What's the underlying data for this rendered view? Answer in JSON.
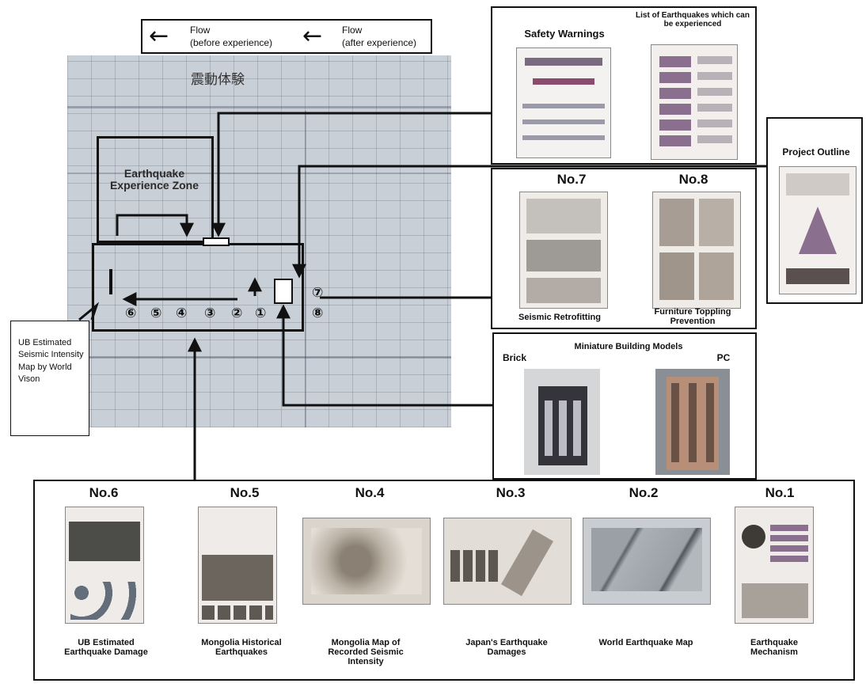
{
  "flow": {
    "before_label": "Flow\n(before experience)",
    "after_label": "Flow\n(after experience)",
    "arrow_glyph": "←"
  },
  "floor_plan": {
    "handwritten_label": "震動体験",
    "zone_label": "Earthquake Experience Zone",
    "station_numbers": [
      "⑥",
      "⑤",
      "④",
      "③",
      "②",
      "①"
    ],
    "side_numbers": [
      "⑦",
      "⑧"
    ]
  },
  "side_note": "UB Estimated Seismic Intensity Map by World Vison",
  "top_panel": {
    "safety_title": "Safety Warnings",
    "list_title": "List of Earthquakes which can be experienced"
  },
  "project_outline": "Project Outline",
  "posters_mid": [
    {
      "number": "No.7",
      "caption": "Seismic Retrofitting"
    },
    {
      "number": "No.8",
      "caption": "Furniture Toppling Prevention"
    }
  ],
  "models": {
    "title": "Miniature Building Models",
    "left": "Brick",
    "right": "PC"
  },
  "posters_bottom": [
    {
      "number": "No.6",
      "caption": "UB Estimated Earthquake Damage"
    },
    {
      "number": "No.5",
      "caption": "Mongolia Historical Earthquakes"
    },
    {
      "number": "No.4",
      "caption": "Mongolia Map of Recorded Seismic Intensity"
    },
    {
      "number": "No.3",
      "caption": "Japan's Earthquake Damages"
    },
    {
      "number": "No.2",
      "caption": "World Earthquake Map"
    },
    {
      "number": "No.1",
      "caption": "Earthquake Mechanism"
    }
  ],
  "colors": {
    "line": "#111111",
    "plan_bg": "#c9cfd6",
    "poster_header": "#8b6f8f"
  }
}
